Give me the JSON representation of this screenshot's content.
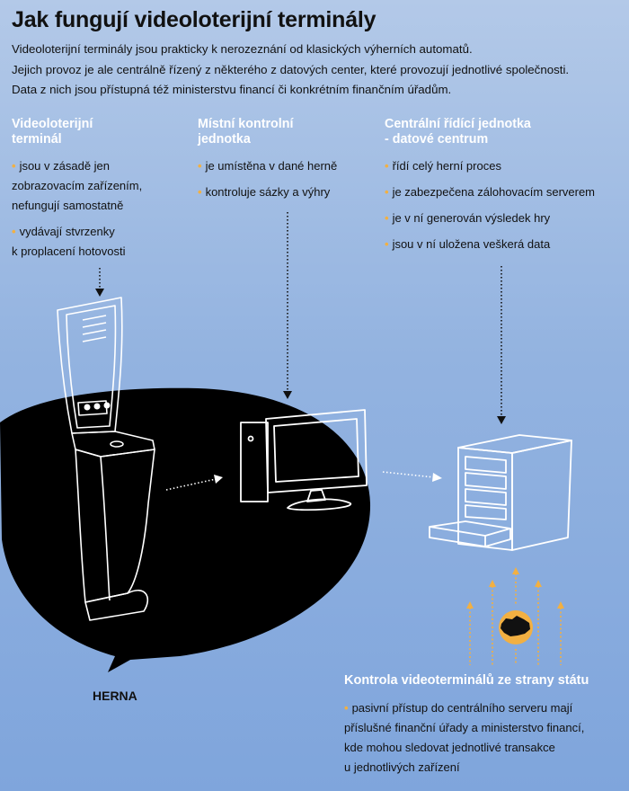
{
  "title": "Jak fungují videoloterijní terminály",
  "intro": [
    "Videoloterijní terminály jsou prakticky k nerozeznání od klasických výherních automatů.",
    "Jejich provoz je ale centrálně řízený z některého z datových center, které provozují jednotlivé společnosti.",
    "Data z nich jsou přístupná též ministerstvu financí či konkrétním finančním úřadům."
  ],
  "columns": [
    {
      "title_line1": "Videoloterijní",
      "title_line2": "terminál",
      "bullets": [
        [
          "jsou v zásadě jen",
          "zobrazovacím zařízením,",
          "nefungují samostatně"
        ],
        [
          "vydávají stvrzenky",
          "k proplacení hotovosti"
        ]
      ]
    },
    {
      "title_line1": "Místní kontrolní",
      "title_line2": "jednotka",
      "bullets": [
        [
          "je umístěna v dané herně"
        ],
        [
          "kontroluje sázky a výhry"
        ]
      ]
    },
    {
      "title_line1": "Centrální řídící jednotka",
      "title_line2": "- datové centrum",
      "bullets": [
        [
          "řídí celý herní proces"
        ],
        [
          "je zabezpečena zálohovacím serverem"
        ],
        [
          "je v ní generován výsledek hry"
        ],
        [
          "jsou v ní uložena veškerá data"
        ]
      ]
    }
  ],
  "state_control": {
    "title": "Kontrola videoterminálů ze strany státu",
    "bullets": [
      [
        "pasivní přístup do centrálního serveru mají",
        "příslušné finanční úřady a ministerstvo financí,",
        "kde mohou sledovat jednotlivé transakce",
        "u jednotlivých zařízení"
      ]
    ]
  },
  "herna_label": "HERNA",
  "bullet_symbol": "•",
  "icons": [
    "video-lottery-terminal-icon",
    "computer-icon",
    "server-icon",
    "czech-republic-map-icon"
  ],
  "colors": {
    "accent": "#f2b042",
    "heading": "#ffffff",
    "blob": "#000000"
  }
}
